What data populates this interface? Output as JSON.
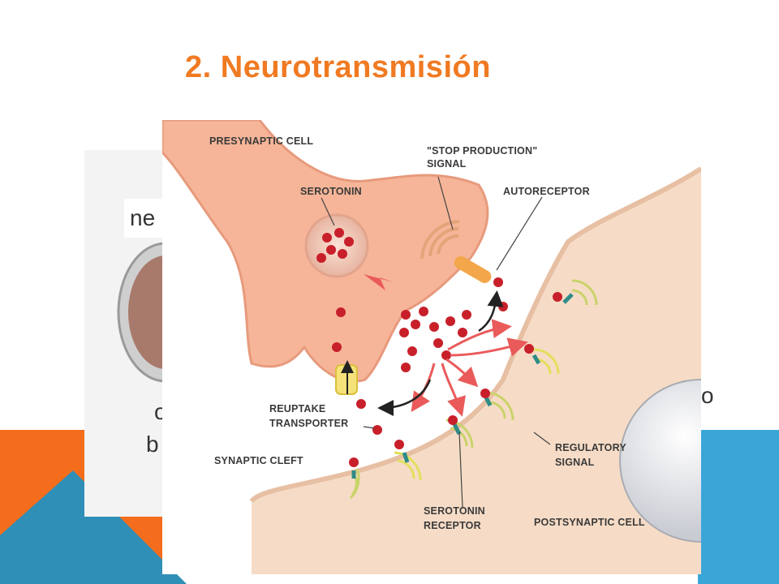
{
  "slide": {
    "title": "2. Neurotransmisión",
    "colors": {
      "title": "#f07a22",
      "orange_accent": "#f46d1d",
      "blue_accent": "#3aa6d8",
      "teal_accent": "#2f8fb7"
    }
  },
  "behind_text": {
    "fragment_1": "ne",
    "fragment_2": "o",
    "fragment_3": "b",
    "fragment_4": "o"
  },
  "diagram": {
    "labels": {
      "presynaptic_cell": "PRESYNAPTIC CELL",
      "serotonin": "SEROTONIN",
      "stop_production_line1": "\"STOP PRODUCTION\"",
      "stop_production_line2": "SIGNAL",
      "autoreceptor": "AUTORECEPTOR",
      "reuptake_line1": "REUPTAKE",
      "reuptake_line2": "TRANSPORTER",
      "synaptic_cleft": "SYNAPTIC CLEFT",
      "regulatory_line1": "REGULATORY",
      "regulatory_line2": "SIGNAL",
      "serotonin_receptor_line1": "SEROTONIN",
      "serotonin_receptor_line2": "RECEPTOR",
      "postsynaptic_cell": "POSTSYNAPTIC CELL"
    },
    "colors": {
      "presynaptic": "#f6b598",
      "postsynaptic": "#f6dcc6",
      "molecule": "#c8202a",
      "receptor": "#2f8c86",
      "signal_wave": "#c9d36a"
    }
  }
}
